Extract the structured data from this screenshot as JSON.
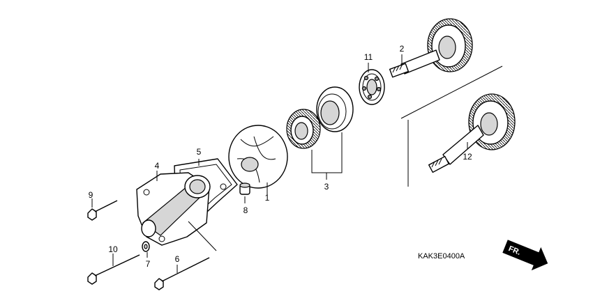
{
  "callouts": {
    "p1": "1",
    "p2": "2",
    "p3": "3",
    "p4": "4",
    "p5": "5",
    "p6": "6",
    "p7": "7",
    "p8": "8",
    "p9": "9",
    "p10": "10",
    "p11": "11",
    "p12": "12"
  },
  "diagram_code": "KAK3E0400A",
  "direction_label": "FR."
}
